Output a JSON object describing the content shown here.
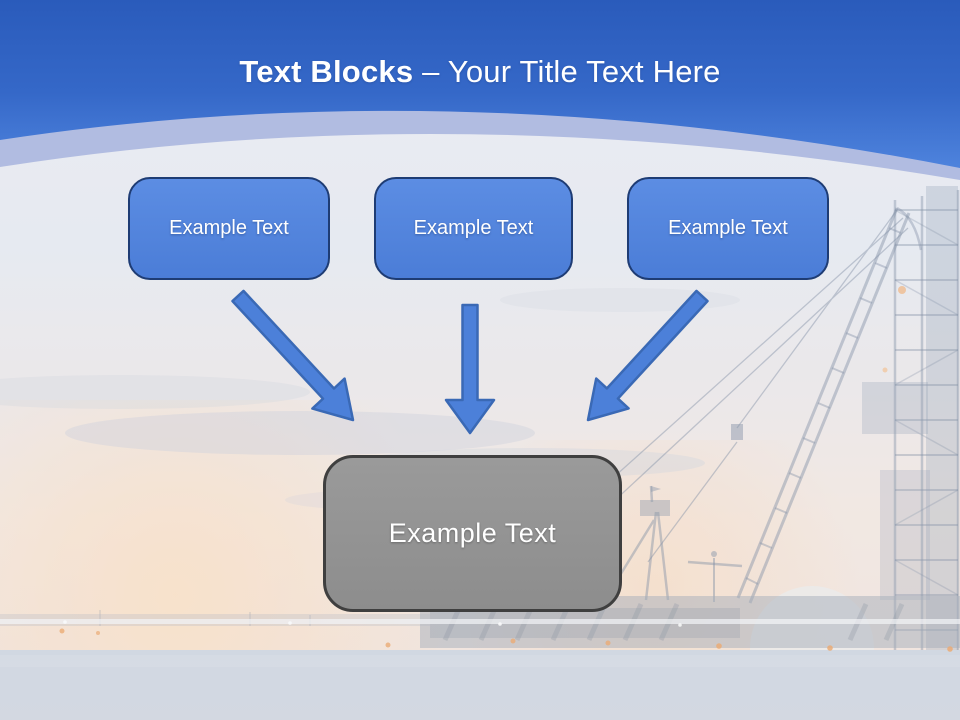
{
  "title": {
    "bold": "Text Blocks",
    "rest": "– Your Title Text Here"
  },
  "text_blocks": {
    "top_row": [
      {
        "label": "Example Text"
      },
      {
        "label": "Example Text"
      },
      {
        "label": "Example Text"
      }
    ],
    "target": {
      "label": "Example Text"
    }
  },
  "background": {
    "scene": "offshore-drilling-rig-harbor-at-dusk-photo"
  },
  "colors": {
    "header_blue_top": "#2A5BBB",
    "header_blue_bottom": "#4E83DD",
    "header_arc_band": "#AEB9DF",
    "title_text": "#FFFFFF",
    "block_fill": "#5288DF",
    "block_border": "#1E3C74",
    "block_text": "#FFFFFF",
    "arrow_fill": "#4C80D9",
    "arrow_outline": "#3A69B5",
    "target_fill": "#919191",
    "target_border": "#3F3F3F",
    "target_text": "#FFFFFF"
  }
}
